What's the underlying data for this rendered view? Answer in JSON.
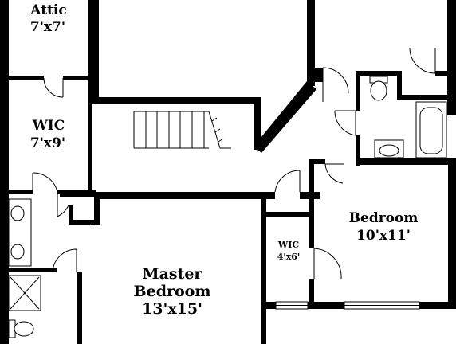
{
  "floor_plan": {
    "rooms": [
      {
        "id": "attic",
        "name": "Attic",
        "size": "7'x7'"
      },
      {
        "id": "wic_left",
        "name": "WIC",
        "size": "7'x9'"
      },
      {
        "id": "master",
        "name": "Master",
        "name2": "Bedroom",
        "size": "13'x15'"
      },
      {
        "id": "wic_small",
        "name": "WIC",
        "size": "4'x6'"
      },
      {
        "id": "bedroom",
        "name": "Bedroom",
        "size": "10'x11'"
      }
    ]
  }
}
